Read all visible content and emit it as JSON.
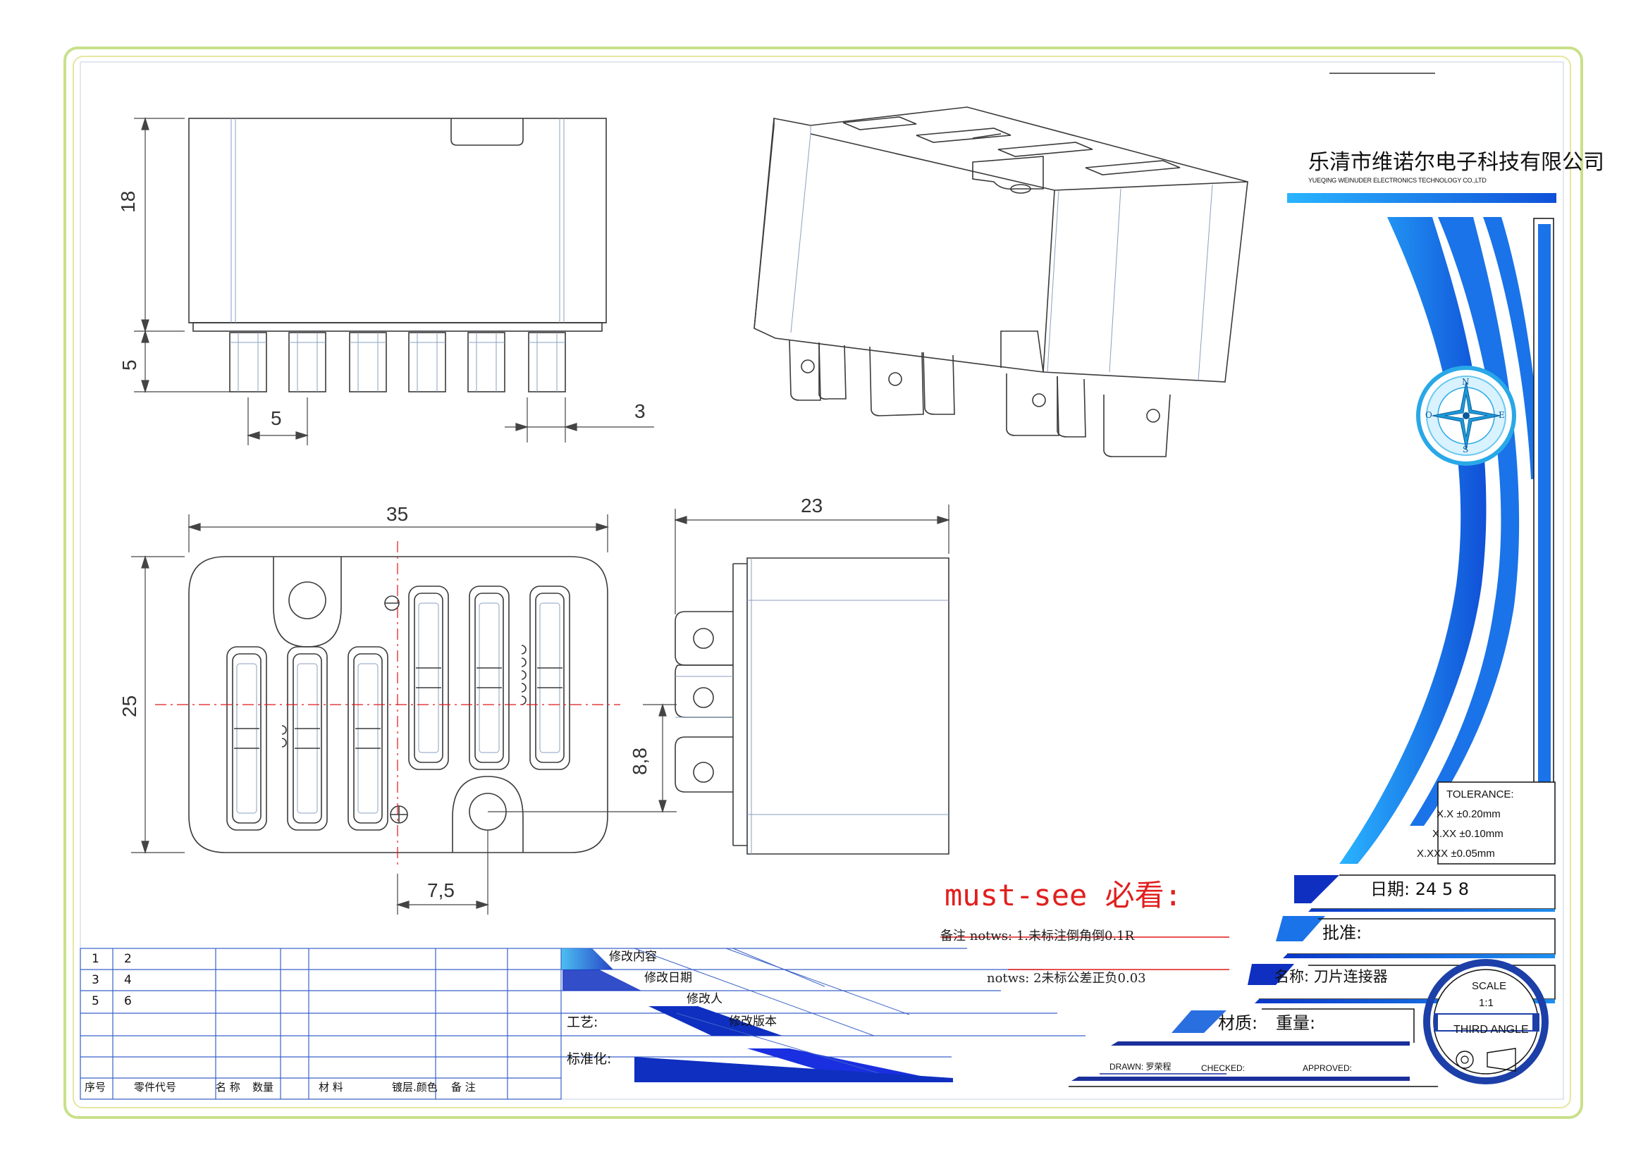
{
  "company": {
    "name_cn": "乐清市维诺尔电子科技有限公司",
    "name_en": "YUEQING WEINUDER ELECTRONICS TECHNOLOGY CO.,LTD"
  },
  "dimensions": {
    "height_body": "18",
    "height_pin": "5",
    "pin_pitch": "5",
    "pin_width": "3",
    "width": "35",
    "depth": "23",
    "height": "25",
    "hole_offset_y": "8,8",
    "hole_offset_x": "7,5"
  },
  "compass": {
    "north": "N",
    "south": "S",
    "east": "E",
    "west": "O"
  },
  "notes": {
    "must_see": "must-see 必看:",
    "note1": "备注 notws: 1.未标注倒角倒0.1R",
    "note2": "notws: 2未标公差正负0.03"
  },
  "tolerance": {
    "title": "TOLERANCE:",
    "x1": "X.X  ±0.20mm",
    "x2": "X.XX  ±0.10mm",
    "x3": "X.XXX  ±0.05mm"
  },
  "title_block": {
    "date": "日期: 24 5 8",
    "approve": "批准:",
    "name": "名称: 刀片连接器",
    "material": "材质:",
    "weight": "重量:",
    "drawn": "DRAWN: 罗荣程",
    "checked": "CHECKED:",
    "approved": "APPROVED:"
  },
  "scale_box": {
    "scale_label": "SCALE",
    "scale_value": "1:1",
    "projection": "THIRD ANGLE"
  },
  "revision": {
    "content": "修改内容",
    "date": "修改日期",
    "person": "修改人",
    "version": "修改版本",
    "process": "工艺:",
    "standard": "标准化:"
  },
  "bom": {
    "rows": [
      [
        "1",
        "2"
      ],
      [
        "3",
        "4"
      ],
      [
        "5",
        "6"
      ]
    ],
    "headers": {
      "seq": "序号",
      "part": "零件代号",
      "name": "名 称",
      "qty": "数量",
      "material": "材 料",
      "plating": "镀层.颜色",
      "remark": "备 注"
    }
  },
  "colors": {
    "frame_outer": "#c9e08a",
    "frame_inner": "#e6e6a0",
    "line": "#3a3a3a",
    "thin": "#5a6f8a",
    "center": "#e01818",
    "accent": "#1a73e8",
    "accent_dark": "#1c3fa8",
    "grid": "#3a62c9"
  }
}
